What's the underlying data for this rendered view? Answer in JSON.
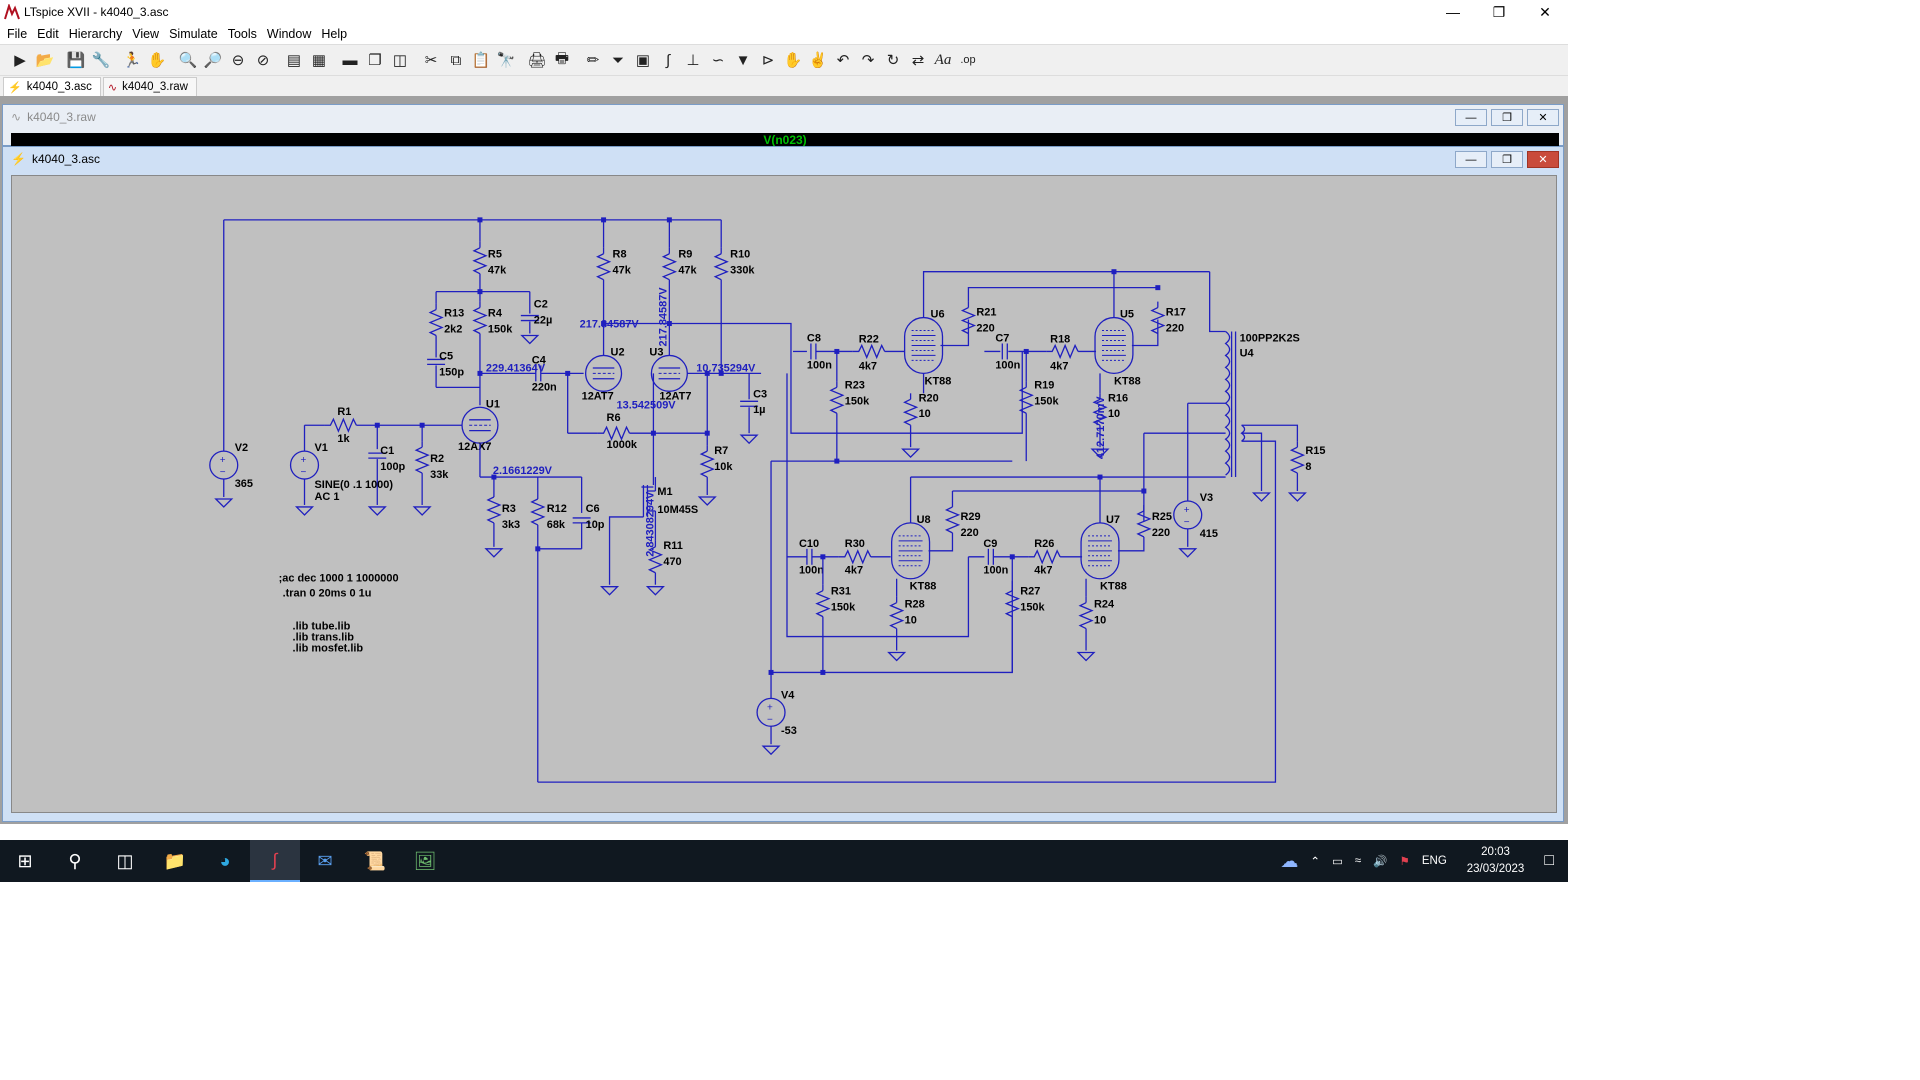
{
  "window": {
    "title": "LTspice XVII - k4040_3.asc"
  },
  "menu": [
    "File",
    "Edit",
    "Hierarchy",
    "View",
    "Simulate",
    "Tools",
    "Window",
    "Help"
  ],
  "tabs": [
    {
      "label": "k4040_3.asc",
      "icon": "schematic-icon",
      "active": true
    },
    {
      "label": "k4040_3.raw",
      "icon": "waveform-icon",
      "active": false
    }
  ],
  "raw_window": {
    "title": "k4040_3.raw",
    "trace_label": "V(n023)"
  },
  "schematic_window": {
    "title": "k4040_3.asc"
  },
  "components": [
    {
      "ref": "R5",
      "value": "47k"
    },
    {
      "ref": "R8",
      "value": "47k"
    },
    {
      "ref": "R9",
      "value": "47k"
    },
    {
      "ref": "R10",
      "value": "330k"
    },
    {
      "ref": "R13",
      "value": "2k2"
    },
    {
      "ref": "R4",
      "value": "150k"
    },
    {
      "ref": "C2",
      "value": "22µ"
    },
    {
      "ref": "C5",
      "value": "150p"
    },
    {
      "ref": "C4",
      "value": "220n"
    },
    {
      "ref": "U2",
      "value": "12AT7"
    },
    {
      "ref": "U3",
      "value": "12AT7"
    },
    {
      "ref": "C3",
      "value": "1µ"
    },
    {
      "ref": "R6",
      "value": "1000k"
    },
    {
      "ref": "R7",
      "value": "10k"
    },
    {
      "ref": "U1",
      "value": "12AX7"
    },
    {
      "ref": "R1",
      "value": "1k"
    },
    {
      "ref": "V1",
      "value": "SINE(0 .1 1000)"
    },
    {
      "ref": "C1",
      "value": "100p"
    },
    {
      "ref": "R2",
      "value": "33k"
    },
    {
      "ref": "V2",
      "value": "365"
    },
    {
      "ref": "R3",
      "value": "3k3"
    },
    {
      "ref": "R12",
      "value": "68k"
    },
    {
      "ref": "C6",
      "value": "10p"
    },
    {
      "ref": "M1",
      "value": "10M45S"
    },
    {
      "ref": "R11",
      "value": "470"
    },
    {
      "ref": "C8",
      "value": "100n"
    },
    {
      "ref": "R22",
      "value": "4k7"
    },
    {
      "ref": "U6",
      "value": "KT88"
    },
    {
      "ref": "R21",
      "value": "220"
    },
    {
      "ref": "C7",
      "value": "100n"
    },
    {
      "ref": "R18",
      "value": "4k7"
    },
    {
      "ref": "U5",
      "value": "KT88"
    },
    {
      "ref": "R17",
      "value": "220"
    },
    {
      "ref": "U4",
      "value": "100PP2K2S"
    },
    {
      "ref": "R23",
      "value": "150k"
    },
    {
      "ref": "R20",
      "value": "10"
    },
    {
      "ref": "R19",
      "value": "150k"
    },
    {
      "ref": "R16",
      "value": "10"
    },
    {
      "ref": "R15",
      "value": "8"
    },
    {
      "ref": "V3",
      "value": "415"
    },
    {
      "ref": "C10",
      "value": "100n"
    },
    {
      "ref": "R30",
      "value": "4k7"
    },
    {
      "ref": "U8",
      "value": "KT88"
    },
    {
      "ref": "R29",
      "value": "220"
    },
    {
      "ref": "C9",
      "value": "100n"
    },
    {
      "ref": "R26",
      "value": "4k7"
    },
    {
      "ref": "U7",
      "value": "KT88"
    },
    {
      "ref": "R25",
      "value": "220"
    },
    {
      "ref": "R31",
      "value": "150k"
    },
    {
      "ref": "R28",
      "value": "10"
    },
    {
      "ref": "R27",
      "value": "150k"
    },
    {
      "ref": "R24",
      "value": "10"
    },
    {
      "ref": "V4",
      "value": "-53"
    }
  ],
  "extra_labels": {
    "v1_ac": "AC 1"
  },
  "node_voltages": [
    "217.84587V",
    "217.84587V",
    "229.41364V",
    "10.735294V",
    "13.542509V",
    "2.1661229V",
    "2.84308294V",
    "412.7170mV"
  ],
  "directives": [
    ";ac dec 1000 1 1000000",
    ".tran 0 20ms 0 1u",
    ".lib tube.lib",
    ".lib trans.lib",
    ".lib mosfet.lib"
  ],
  "taskbar": {
    "language": "ENG",
    "time": "20:03",
    "date": "23/03/2023"
  },
  "colors": {
    "wire": "#1f1fbf",
    "schematic_bg": "#c0c0c0",
    "node_label": "#1f1fbf"
  }
}
